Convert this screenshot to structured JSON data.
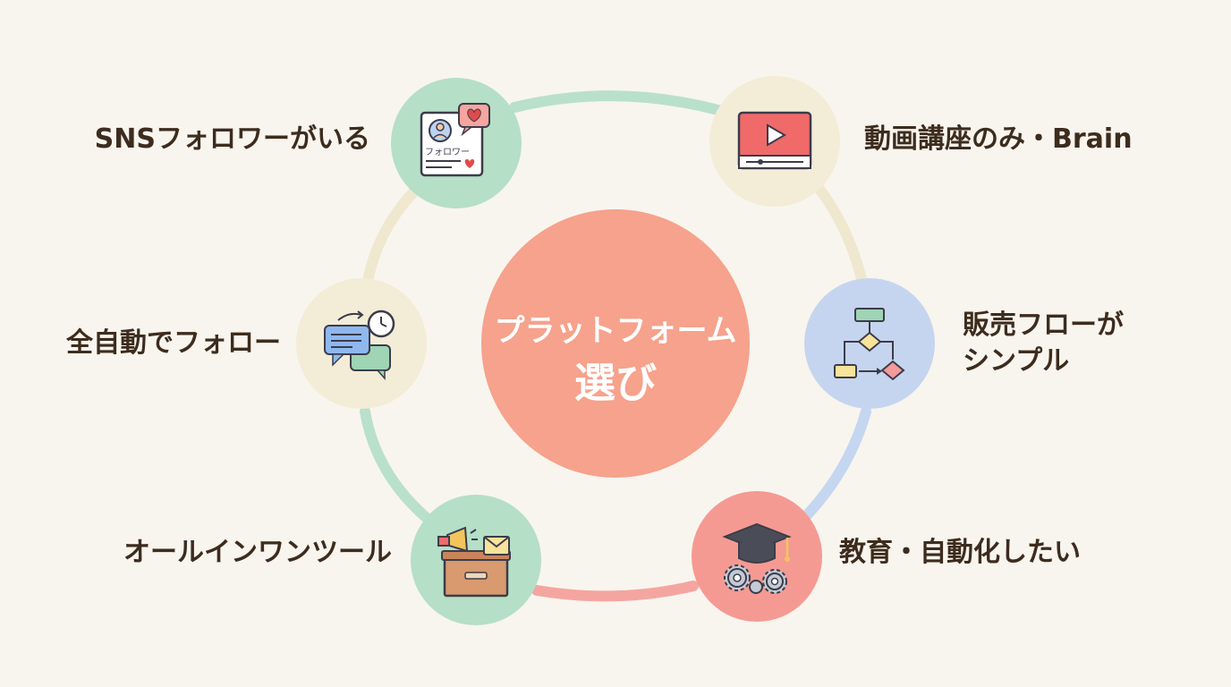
{
  "center": {
    "line1": "プラットフォーム",
    "line2": "選び"
  },
  "nodes": [
    {
      "id": "sns",
      "label": "SNSフォロワーがいる",
      "icon": "follower-card-icon",
      "icon_text": "フォロワー",
      "color": "#b5dfc7"
    },
    {
      "id": "video",
      "label": "動画講座のみ・Brain",
      "icon": "video-player-icon",
      "color": "#f3ecd7"
    },
    {
      "id": "flow",
      "label": "販売フローが\nシンプル",
      "icon": "flowchart-icon",
      "color": "#c6d5ef"
    },
    {
      "id": "edu",
      "label": "教育・自動化したい",
      "icon": "graduation-cap-gears-icon",
      "color": "#f59a92"
    },
    {
      "id": "allinone",
      "label": "オールインワンツール",
      "icon": "megaphone-box-icon",
      "color": "#b5dfc7"
    },
    {
      "id": "auto",
      "label": "全自動でフォロー",
      "icon": "chat-clock-icon",
      "color": "#f3ecd7"
    }
  ],
  "colors": {
    "center": "#f6a28c",
    "ring_green": "#b9e0cb",
    "ring_cream": "#efe8cf",
    "ring_blue": "#c5d6f1",
    "ring_pink": "#f5a5a0"
  }
}
